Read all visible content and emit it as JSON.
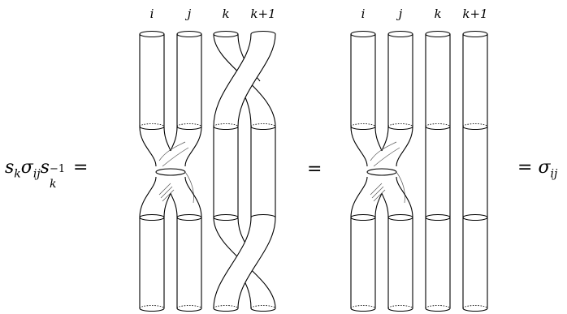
{
  "left_diagram": {
    "labels": [
      "i",
      "j",
      "k",
      "k+1"
    ]
  },
  "right_diagram": {
    "labels": [
      "i",
      "j",
      "k",
      "k+1"
    ]
  },
  "equation": {
    "lhs_s_k": "s",
    "lhs_k_sub": "k",
    "lhs_sigma": "σ",
    "lhs_ij_sub": "ij",
    "lhs_s": "s",
    "lhs_k_sub2": "k",
    "lhs_inv_sup": "−1",
    "equals_1": "=",
    "equals_2": "=",
    "rhs_sigma": "σ",
    "rhs_ij_sub": "ij"
  }
}
